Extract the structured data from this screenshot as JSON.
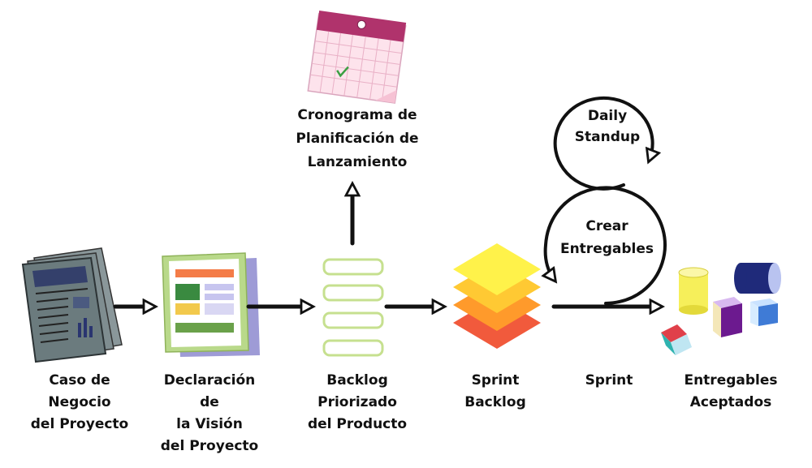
{
  "diagram": {
    "steps": [
      {
        "id": "business-case",
        "label_lines": [
          "Caso de",
          "Negocio",
          "del Proyecto"
        ]
      },
      {
        "id": "vision",
        "label_lines": [
          "Declaración",
          "de",
          "la Visión",
          "del Proyecto"
        ]
      },
      {
        "id": "backlog",
        "label_lines": [
          "Backlog",
          "Priorizado",
          "del Producto"
        ]
      },
      {
        "id": "sprint-backlog",
        "label_lines": [
          "Sprint",
          "Backlog"
        ]
      },
      {
        "id": "sprint",
        "label_lines": [
          "Sprint"
        ]
      },
      {
        "id": "accepted",
        "label_lines": [
          "Entregables",
          "Aceptados"
        ]
      }
    ],
    "release_schedule": {
      "label_lines": [
        "Cronograma de",
        "Planificación de",
        "Lanzamiento"
      ]
    },
    "daily_standup": {
      "label_lines": [
        "Daily",
        "Standup"
      ]
    },
    "create_deliverables": {
      "label_lines": [
        "Crear",
        "Entregables"
      ]
    }
  },
  "colors": {
    "arrow": "#111111",
    "newspaper": "#6b7b7e",
    "vision_border": "#b9d98a",
    "backlog_item": "#c6e08f",
    "sprint_layers": [
      "#fff24a",
      "#ffc933",
      "#ff9a2b",
      "#f15a3c"
    ],
    "calendar_header": "#b0336c",
    "calendar_page": "#fde3ec",
    "cylinder_yellow": "#f6ef5a",
    "cylinder_navy": "#1f2a7a",
    "cube_purple": "#6c1a8f",
    "cube_blue": "#3f7bd6",
    "cube_red": "#e0404a"
  }
}
